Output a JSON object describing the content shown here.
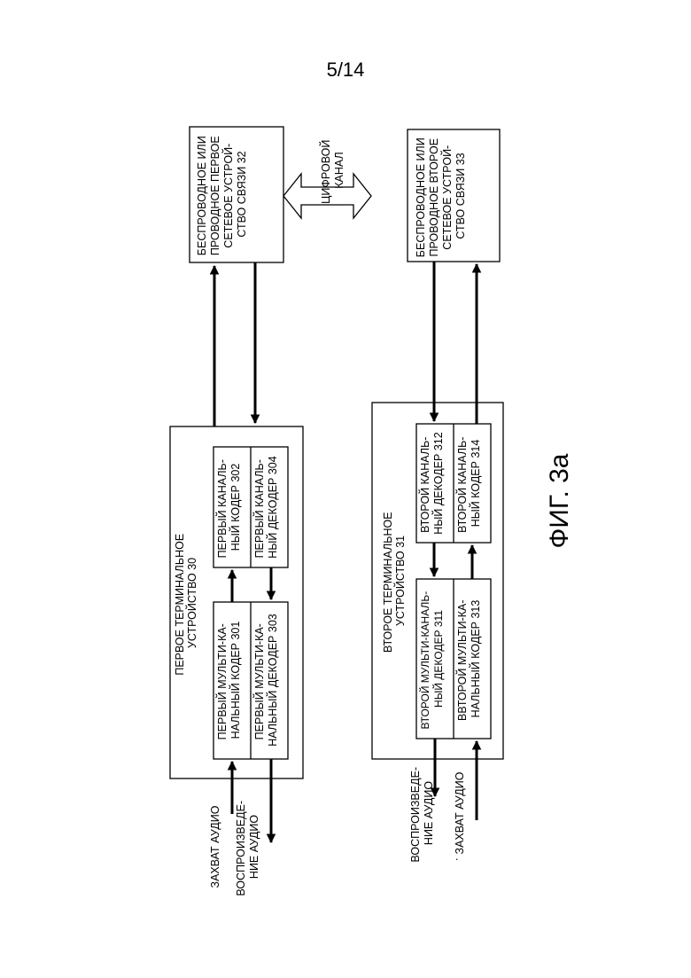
{
  "page_number": "5/14",
  "figure_label": "ФИГ. 3а",
  "digital_channel": [
    "ЦИФРОВОЙ",
    "КАНАЛ"
  ],
  "terminal_1": {
    "title": [
      "ПЕРВОЕ ТЕРМИНАЛЬНОЕ",
      "УСТРОЙСТВО 30"
    ],
    "multichannel_encoder": [
      "ПЕРВЫЙ МУЛЬТИ-КА-",
      "НАЛЬНЫЙ КОДЕР 301"
    ],
    "multichannel_decoder": [
      "ПЕРВЫЙ МУЛЬТИ-КА-",
      "НАЛЬНЫЙ ДЕКОДЕР 303"
    ],
    "channel_encoder": [
      "ПЕРВЫЙ КАНАЛЬ-",
      "НЫЙ КОДЕР 302"
    ],
    "channel_decoder": [
      "ПЕРВЫЙ КАНАЛЬ-",
      "НЫЙ ДЕКОДЕР 304"
    ],
    "audio_capture": "ЗАХВАТ АУДИО",
    "audio_playback": [
      "ВОСПРОИЗВЕДЕ-",
      "НИЕ АУДИО"
    ]
  },
  "network_device_1": [
    "БЕСПРОВОДНОЕ ИЛИ",
    "ПРОВОДНОЕ ПЕРВОЕ",
    "СЕТЕВОЕ УСТРОЙ-",
    "СТВО СВЯЗИ 32"
  ],
  "terminal_2": {
    "title": [
      "ВТОРОЕ ТЕРМИНАЛЬНОЕ",
      "УСТРОЙСТВО 31"
    ],
    "multichannel_decoder": [
      "ВТОРОЙ МУЛЬТИ-КАНАЛЬ-",
      "НЫЙ ДЕКОДЕР 311"
    ],
    "multichannel_encoder": [
      "ВВТОРОЙ МУЛЬТИ-КА-",
      "НАЛЬНЫЙ КОДЕР 313"
    ],
    "channel_decoder": [
      "ВТОРОЙ КАНАЛЬ-",
      "НЫЙ ДЕКОДЕР 312"
    ],
    "channel_encoder": [
      "ВТОРОЙ КАНАЛЬ-",
      "НЫЙ КОДЕР 314"
    ],
    "audio_playback": [
      "ВОСПРОИЗВЕДЕ-",
      "НИЕ АУДИО"
    ],
    "audio_capture": "ЗАХВАТ АУДИО",
    "mark": "."
  },
  "network_device_2": [
    "БЕСПРОВОДНОЕ ИЛИ",
    "ПРОВОДНОЕ ВТОРОЕ",
    "СЕТЕВОЕ УСТРОЙ-",
    "СТВО СВЯЗИ 33"
  ]
}
